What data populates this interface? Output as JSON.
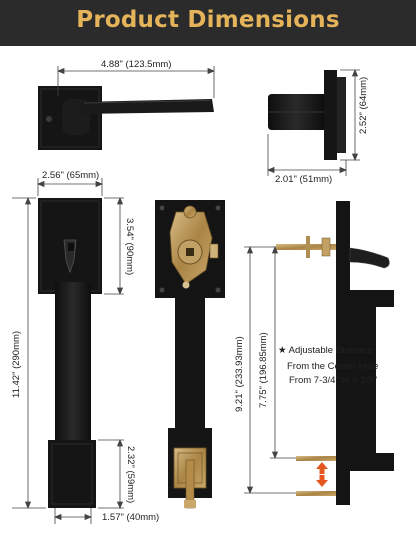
{
  "header": {
    "title": "Product Dimensions",
    "background": "#2b2b2b",
    "title_color": "#e4b35a"
  },
  "colors": {
    "hardware_black": "#141414",
    "lock_brass": "#b8955a",
    "dimension_line": "#444444",
    "arrow_orange": "#e4571e"
  },
  "dimensions": {
    "lever_length": "4.88\" (123.5mm)",
    "rose_height": "2.52\" (64mm)",
    "rose_depth": "2.01\" (51mm)",
    "plate_width": "2.56\" (65mm)",
    "plate_height": "3.54\" (90mm)",
    "handle_height": "11.42\" (290mm)",
    "bottom_height": "2.32\" (59mm)",
    "bottom_width": "1.57\" (40mm)",
    "center_max": "9.21\" (233.93mm)",
    "center_min": "7.75\" (196.85mm)"
  },
  "notes": {
    "line1": "★ Adjustable Distance",
    "line2": "From the Center Hole",
    "line3": "From 7-3/4\" to 9-2/9\""
  },
  "icons": [
    "star-icon",
    "arrow-up-icon",
    "arrow-down-icon"
  ]
}
